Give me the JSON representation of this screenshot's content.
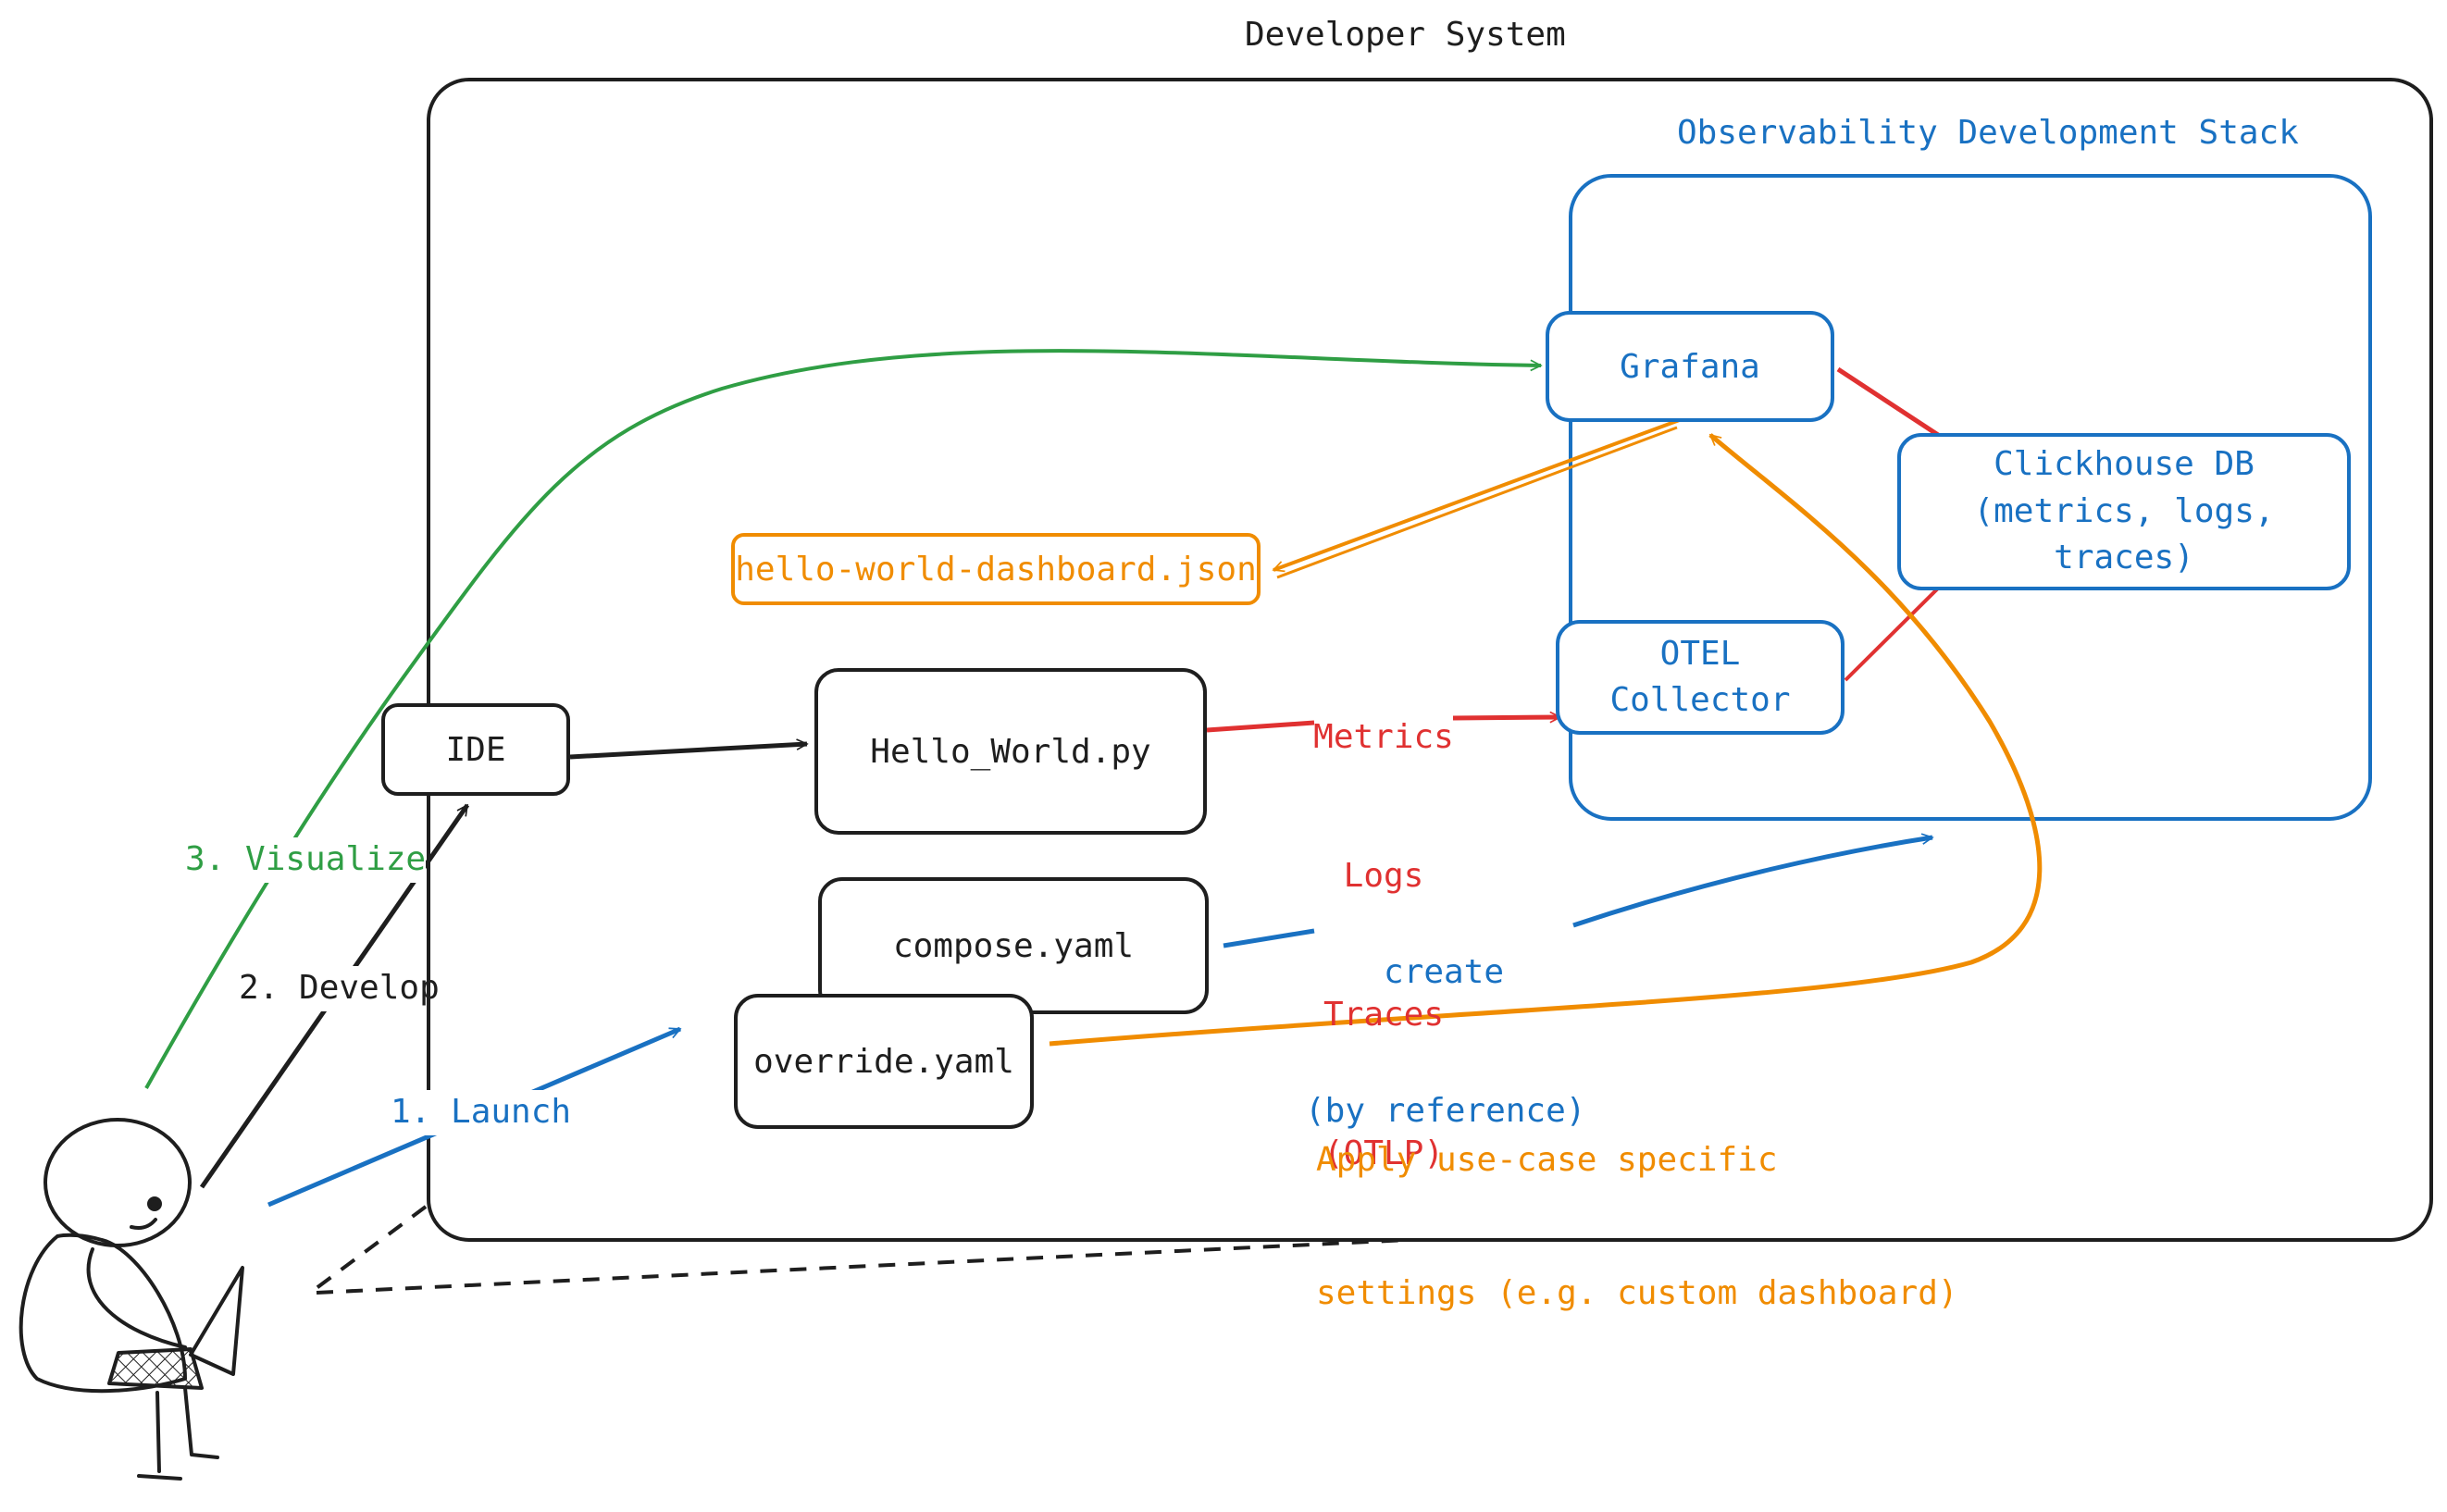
{
  "diagram": {
    "developer_system_title": "Developer System",
    "stack_title": "Observability Development Stack",
    "nodes": {
      "grafana": "Grafana",
      "clickhouse_line1": "Clickhouse DB",
      "clickhouse_line2": "(metrics, logs, traces)",
      "otel_line1": "OTEL",
      "otel_line2": "Collector",
      "dashboard_json": "hello-world-dashboard.json",
      "ide": "IDE",
      "hello_world": "Hello_World.py",
      "compose": "compose.yaml",
      "override": "override.yaml"
    },
    "labels": {
      "otlp_line1": "Metrics",
      "otlp_line2": "Logs",
      "otlp_line3": "Traces",
      "otlp_line4": "(OTLP)",
      "create_line1": "create",
      "create_line2": "(by reference)",
      "apply_line1": "Apply use-case specific",
      "apply_line2": "settings (e.g. custom dashboard)",
      "step_visualize": "3. Visualize",
      "step_develop": "2. Develop",
      "step_launch": "1. Launch"
    },
    "colors": {
      "black": "#1e1e1e",
      "blue": "#1971c2",
      "red": "#e03131",
      "orange": "#f08c00",
      "green": "#2f9e44"
    }
  }
}
